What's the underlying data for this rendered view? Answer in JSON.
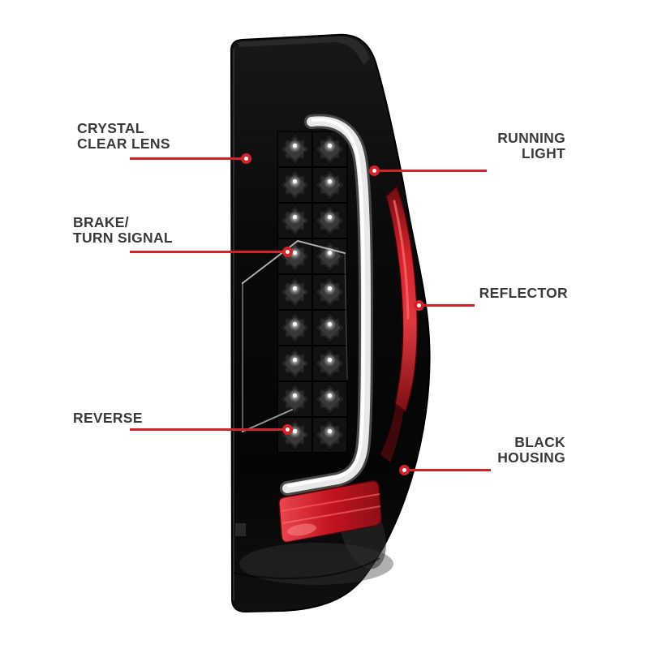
{
  "callouts": {
    "crystal_clear_lens": {
      "line1": "CRYSTAL",
      "line2": "CLEAR LENS"
    },
    "brake_turn_signal": {
      "line1": "BRAKE/",
      "line2": "TURN SIGNAL"
    },
    "reverse": {
      "line1": "REVERSE"
    },
    "running_light": {
      "line1": "RUNNING",
      "line2": "LIGHT"
    },
    "reflector": {
      "line1": "REFLECTOR"
    },
    "black_housing": {
      "line1": "BLACK",
      "line2": "HOUSING"
    }
  },
  "colors": {
    "background": "#ffffff",
    "callout_red": "#d2232a",
    "label_text": "#3a3a3a",
    "housing_black": "#0b0b0b",
    "reflector_red": "#c41420",
    "led_tube_white": "#e8e8e8"
  }
}
